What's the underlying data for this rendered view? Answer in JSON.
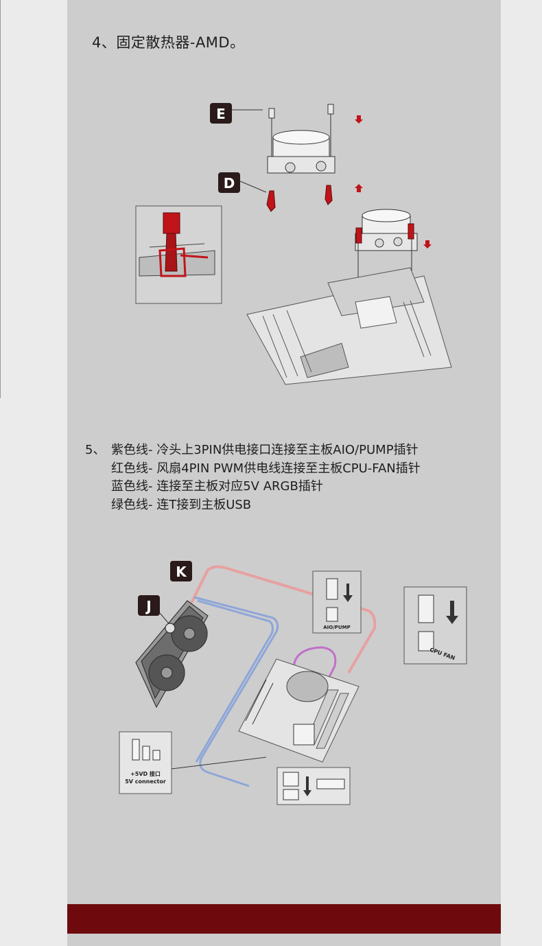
{
  "step4": {
    "title": "4、固定散热器-AMD。"
  },
  "figure1": {
    "label_e": "E",
    "label_d": "D"
  },
  "step5": {
    "number": "5、",
    "lines": [
      "紫色线- 冷头上3PIN供电接口连接至主板AIO/PUMP插针",
      "红色线- 风扇4PIN PWM供电线连接至主板CPU-FAN插针",
      "蓝色线- 连接至主板对应5V ARGB插针",
      "绿色线- 连T接到主板USB"
    ]
  },
  "figure2": {
    "label_k": "K",
    "label_j": "J",
    "aio_pump": "AIO/PUMP",
    "cpu_fan": "CPU FAN",
    "connector_cn": "+5VD 接口",
    "connector_en": "5V connector"
  },
  "colors": {
    "panel": "#cdcdcd",
    "accent_red": "#c0141a",
    "footer": "#6e0a0d",
    "wire_red": "#e8a0a0",
    "wire_blue": "#8ea6d8",
    "wire_purple": "#c070c8",
    "wire_green": "#b8f0b0"
  }
}
